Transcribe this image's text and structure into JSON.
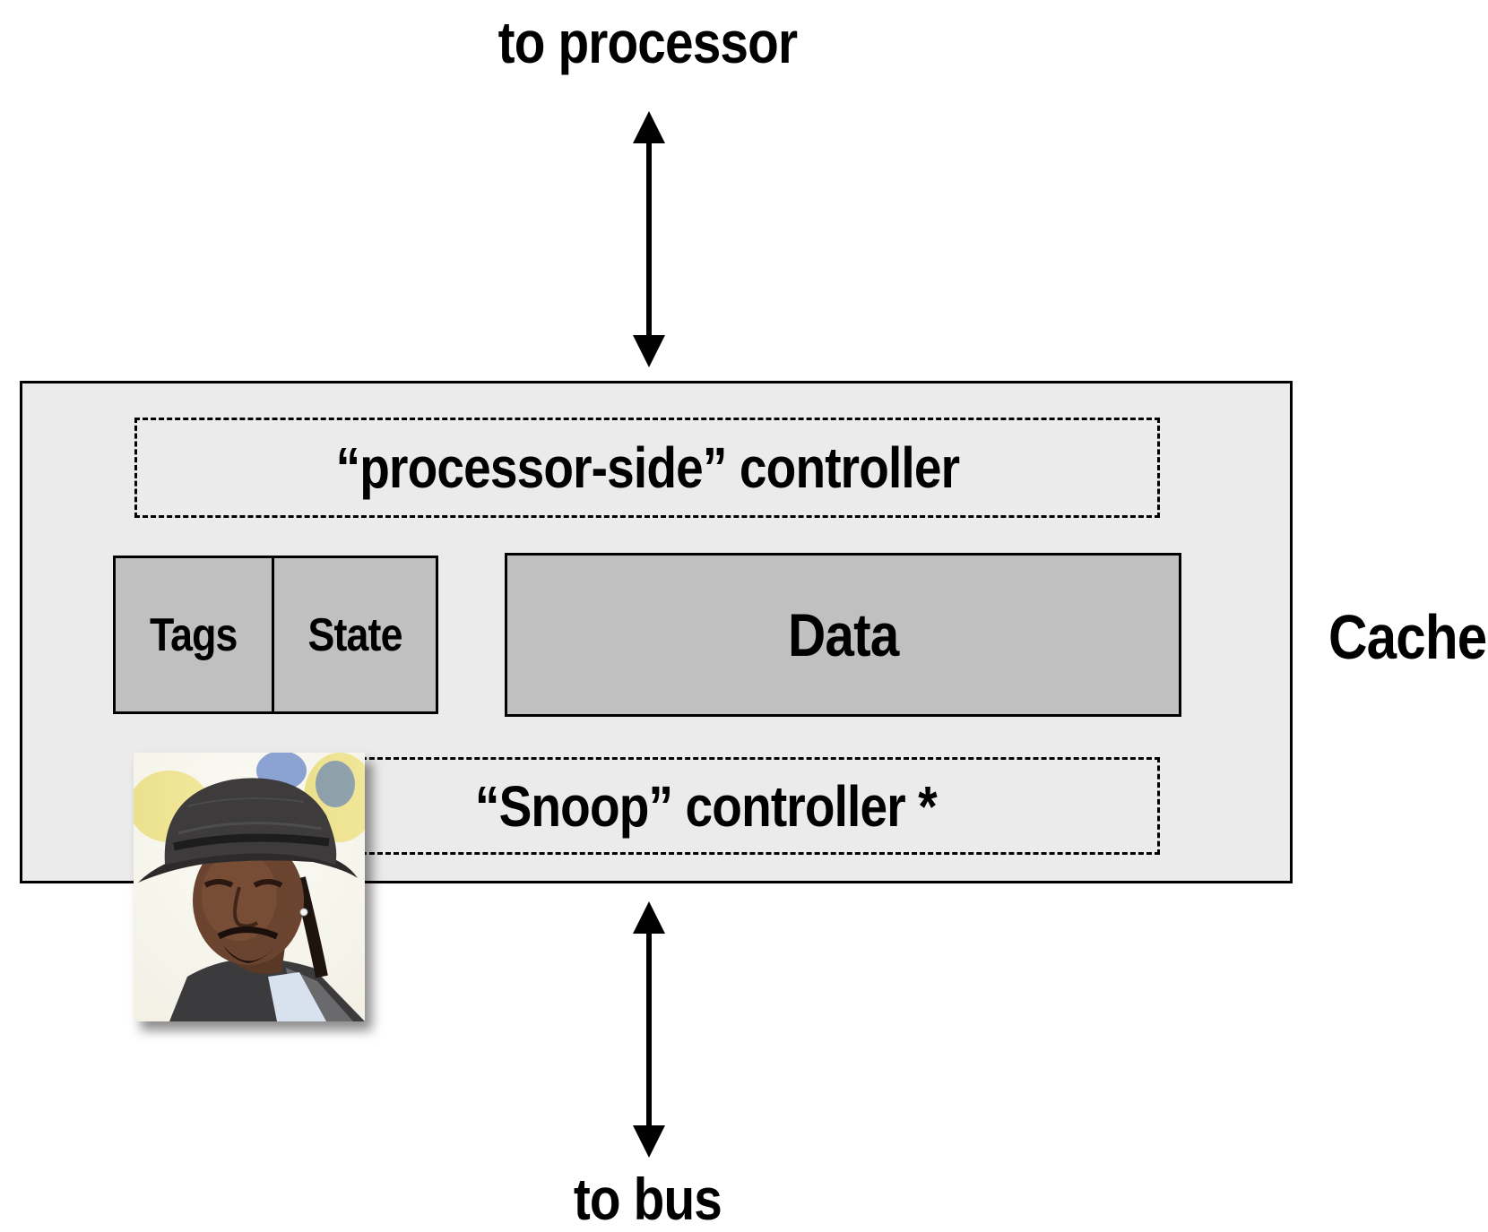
{
  "top_label": "to processor",
  "bottom_label": "to bus",
  "cache_label": "Cache",
  "processor_controller_label": "“processor-side” controller",
  "snoop_controller_label": "“Snoop” controller *",
  "tags_label": "Tags",
  "state_label": "State",
  "data_label": "Data"
}
